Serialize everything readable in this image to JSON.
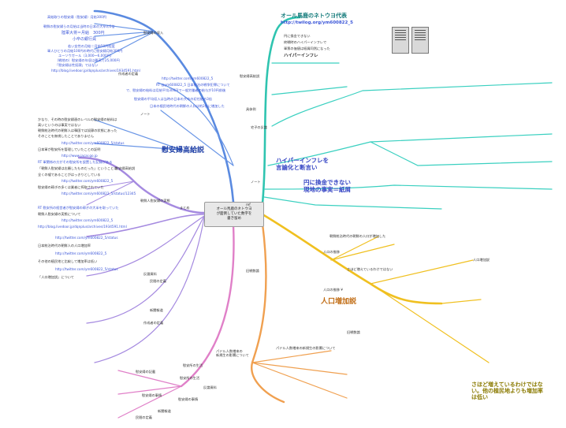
{
  "center": {
    "label": "オール馬鹿のネトウヨ\n が面倒していた数字を\n 書き留め"
  },
  "branches": [
    {
      "label": "オール馬鹿のネトウヨ代表",
      "color": "#2fc4b0"
    },
    {
      "label": "http://twilog.org/ym600822_5",
      "color": "#2fc4b0"
    },
    {
      "label": "慰安婦高給説",
      "color": "#5a8ae0"
    },
    {
      "label": "ハイパーインフレを\n言論化と断言い",
      "color": "#2fc4b0"
    },
    {
      "label": "円に換金できない\n現地の事実＝紙屑",
      "color": "#2fc4b0"
    },
    {
      "label": "人口増加説",
      "color": "#f0c020"
    },
    {
      "label": "さほど増えているわけではない。他の植民地よりも増加率は低い",
      "color": "#f0c020"
    }
  ],
  "nodes": {
    "kaigyou": "慰安婦の収入",
    "jirei": "具体例",
    "tansaku": "宅子の反論",
    "gaimu": "朝鮮人慰安婦の実態",
    "sakutei": "作成者の定義",
    "hokusoku": "ノート",
    "hanron": "反論資料",
    "jinkou": "人口の推移",
    "petition": "パドル人数増来の\n新規生の影響について",
    "seikatsu": "慰安所の生活",
    "kishikane": "慰安婦の記載",
    "mokuji": "慰安婦の事情",
    "tokei": "旧戦数論",
    "jinkou_sub": "人口の推移 ¥",
    "ref1": "ref",
    "sinbun": "新聞報道",
    "minkan": "民間の定義"
  },
  "texts": {
    "t1": "高給取りの慰安婦（慰安婦）月給300円",
    "t2": "朝鮮の慰安婦らの月給は当時の日本の大卒の5倍",
    "t3": "陸軍大将＝月給　300円",
    "t4": "小卒の銀行員",
    "t5": "若い女性の月給＝月給50円程度",
    "t6": "軍人ひとりの月給100円の時代に慰安婦月給300円",
    "t7": "ユーソウガール（3,000〜6,000円）",
    "t8": "（戦地の）慰安婦の年収は最高で25,000円",
    "t9": "「慰安婦は性奴隷」ではない",
    "t10": "http://blog.livedoor.jp/dqnplus/archives/1934591.html",
    "t11": "http://twitter.com/ym600822_5",
    "t12": "RT @ym600822_5 日本統治の戦争犯罪について",
    "t13": "で、慰安婦の給料は月給平均300円で一般労働者の給与が10円前後",
    "t14": "慰安婦の平均収入は当時の日本の大卒の初任給の3倍",
    "t15": "日本の植民地時代の朝鮮の人口は約2倍に増加した",
    "t16": "ノート",
    "t17": "かなり、その時の慰安婦達のレベルの慰安婦の給料は",
    "t18": "高いというのは事実ではない",
    "t19": "朝鮮統治時代の朝鮮人は韓国では奴隷の状態にあった",
    "t20": "そのことを無視したことでありません",
    "t21": "慰安婦高給説",
    "t22": "http://twitter.com/ym600822_5/status",
    "t23": "日本軍が慰安所を管理していたことの証明",
    "t24": "http://www.jacar.go.jp",
    "t25": "RT 軍関係の方がその慰安所を設置した記録がある",
    "t26": "「朝鮮人慰安婦は志願したものだった」ということは",
    "t27": "全くの嘘であることがはっきりとしている",
    "t28": "http://twitter.com/ym600822_5",
    "t29": "慰安婦の稼ぎの多くは業者に搾取されていた",
    "t30": "http://twitter.com/ym600822_5/status/12345",
    "t31": "まとめ",
    "t32": "RT 慰安所の経営者が慰安婦の稼ぎの大半を取っていた",
    "t33": "朝鮮人慰安婦の実態について",
    "t34": "http://twitter.com/ym600822_5",
    "t35": "http://blog.livedoor.jp/dqnplus/archives/1934591.html",
    "t36": "円に換金できない",
    "t37": "終戦時のハイパーインフレで",
    "t38": "軍票の価値は紙屑同然になった",
    "t39": "ハイパーインフレ",
    "t40": "朝鮮統治時代の朝鮮の人口が増加した",
    "t41": "さほど増えているわけではない",
    "t42": "人口増加説",
    "t43": "http://twitter.com/ym600822_5/status",
    "t44": "その他の植民地と比較して増加率は低い",
    "t45": "「人口増加説」について",
    "t46": "慰安婦の記載",
    "t47": "慰安所の生活",
    "t48": "慰安婦の事情",
    "t49": "パドル人数増来の新規生の影響について",
    "t50": "反論資料",
    "t51": "http://twitter.com/ym600822_5",
    "t52": "旧戦数論",
    "t53": "日本統治時代の朝鮮人の人口増加率",
    "t54": "http://twitter.com/ym600822_5/status",
    "t55": "慰安婦高給説",
    "t56": "作成者の定義",
    "t57": "民間の定義",
    "t58": "新聞報道"
  }
}
